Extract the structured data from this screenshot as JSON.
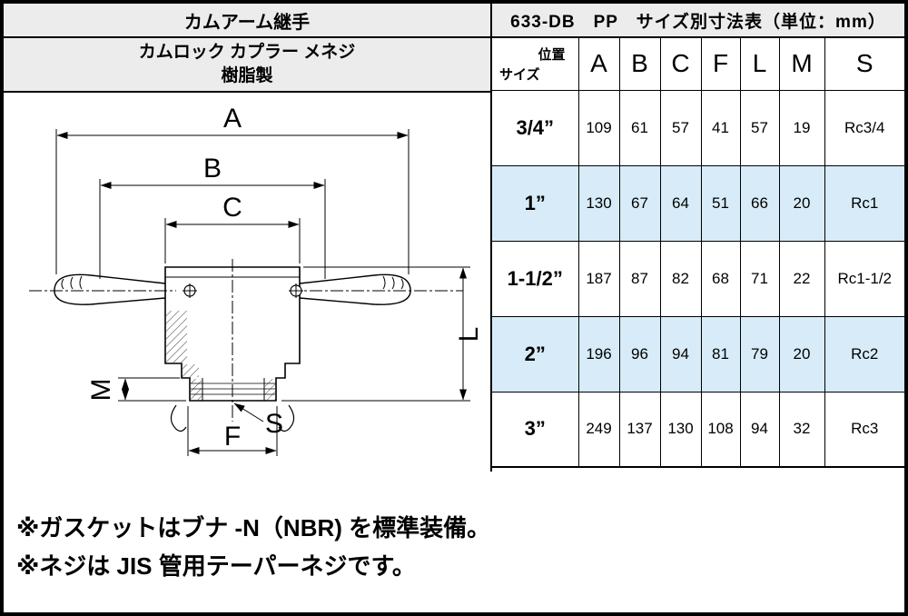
{
  "header": {
    "product_category": "カムアーム継手",
    "table_title": "633-DB　PP　サイズ別寸法表（単位：mm）",
    "product_name_line1": "カムロック カプラー メネジ",
    "product_name_line2": "樹脂製"
  },
  "table": {
    "corner": {
      "top": "位置",
      "bottom": "サイズ"
    },
    "columns": [
      "A",
      "B",
      "C",
      "F",
      "L",
      "M",
      "S"
    ],
    "rows": [
      {
        "size": "3/4”",
        "values": [
          "109",
          "61",
          "57",
          "41",
          "57",
          "19",
          "Rc3/4"
        ],
        "highlight": false
      },
      {
        "size": "1”",
        "values": [
          "130",
          "67",
          "64",
          "51",
          "66",
          "20",
          "Rc1"
        ],
        "highlight": true
      },
      {
        "size": "1-1/2”",
        "values": [
          "187",
          "87",
          "82",
          "68",
          "71",
          "22",
          "Rc1-1/2"
        ],
        "highlight": false
      },
      {
        "size": "2”",
        "values": [
          "196",
          "96",
          "94",
          "81",
          "79",
          "20",
          "Rc2"
        ],
        "highlight": true
      },
      {
        "size": "3”",
        "values": [
          "249",
          "137",
          "130",
          "108",
          "94",
          "32",
          "Rc3"
        ],
        "highlight": false
      }
    ]
  },
  "drawing": {
    "labels": {
      "A": "A",
      "B": "B",
      "C": "C",
      "F": "F",
      "L": "L",
      "M": "M",
      "S": "S"
    }
  },
  "notes": [
    "※ガスケットはブナ -N（NBR) を標準装備。",
    "※ネジは JIS 管用テーパーネジです。"
  ],
  "colors": {
    "header_bg": "#ececec",
    "highlight_bg": "#d7ecf8",
    "border": "#000000"
  }
}
